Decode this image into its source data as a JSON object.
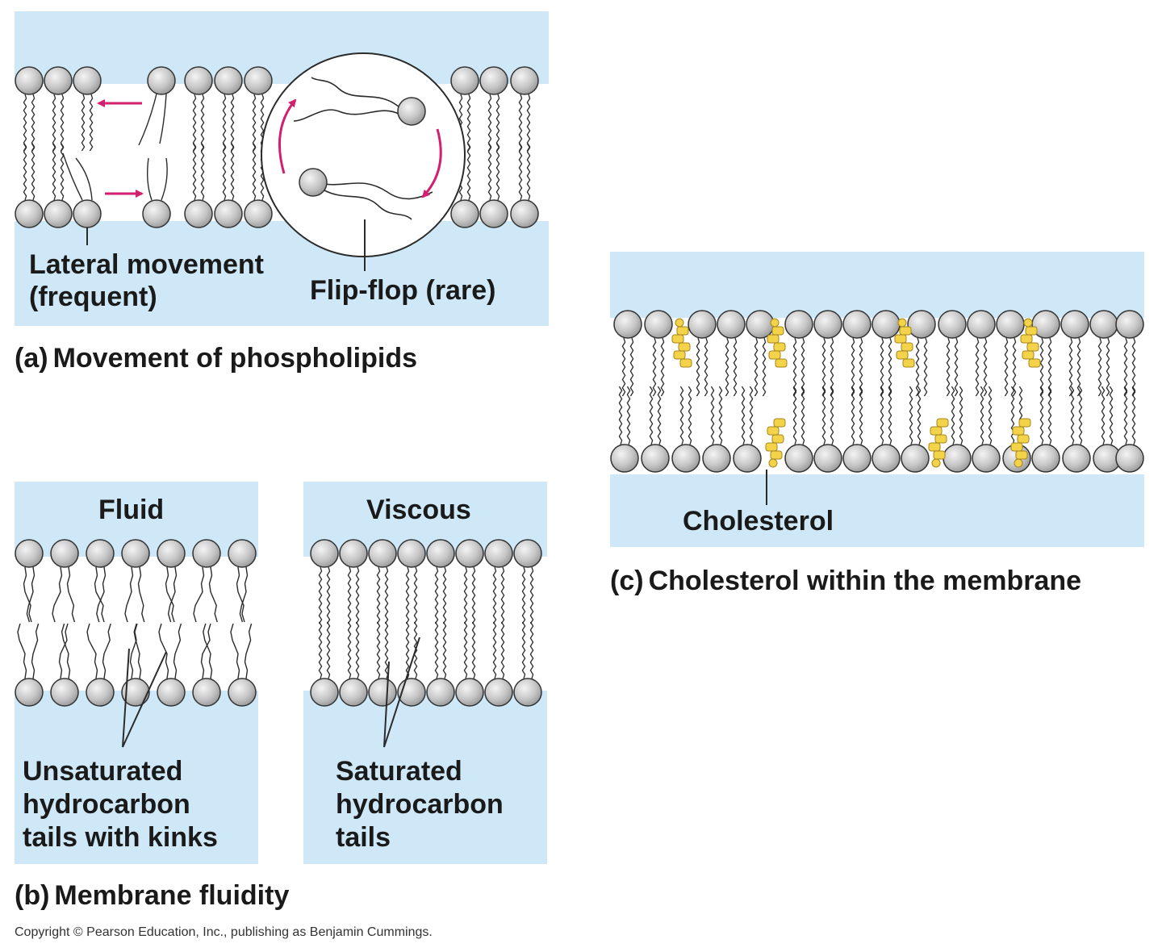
{
  "panel_a": {
    "label_lateral_line1": "Lateral movement",
    "label_lateral_line2": "(frequent)",
    "label_flipflop": "Flip-flop (rare)",
    "caption_letter": "(a)",
    "caption_text": "Movement of phospholipids"
  },
  "panel_b": {
    "fluid_title": "Fluid",
    "viscous_title": "Viscous",
    "unsat_line1": "Unsaturated",
    "unsat_line2": "hydrocarbon",
    "unsat_line3": "tails with kinks",
    "sat_line1": "Saturated",
    "sat_line2": "hydrocarbon",
    "sat_line3": "tails",
    "caption_letter": "(b)",
    "caption_text": "Membrane fluidity"
  },
  "panel_c": {
    "label_cholesterol": "Cholesterol",
    "caption_letter": "(c)",
    "caption_text": "Cholesterol within the membrane"
  },
  "copyright": "Copyright © Pearson Education, Inc., publishing as Benjamin Cummings.",
  "colors": {
    "water": "#cfe8f8",
    "head_fill": "#c4c4c4",
    "head_stroke": "#333333",
    "tail": "#2b2b2b",
    "arrow": "#d21f6f",
    "cholesterol": "#f2d34a",
    "cholesterol_stroke": "#a8861a"
  }
}
